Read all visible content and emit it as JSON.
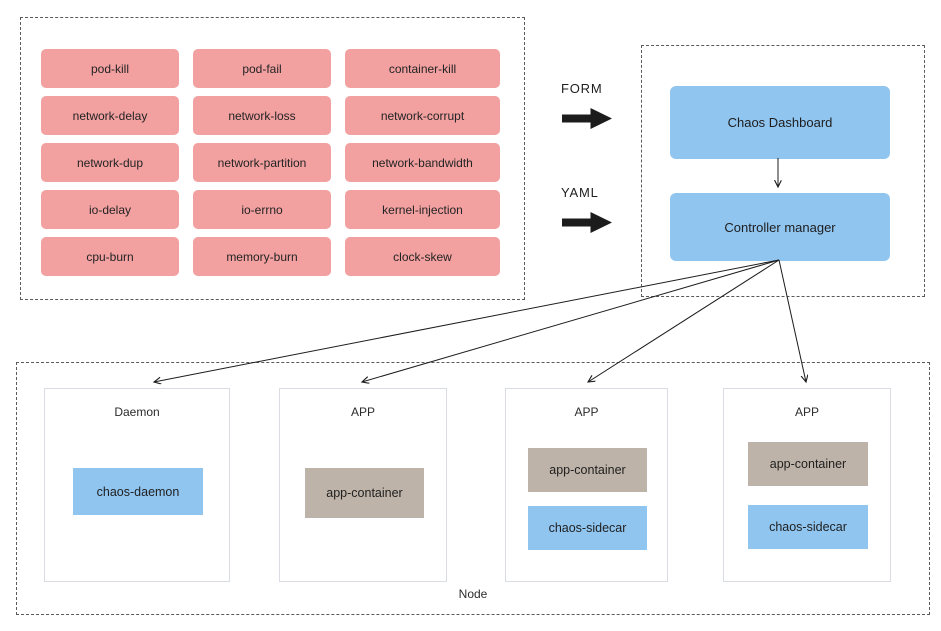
{
  "palette": {
    "chaos_bg": "#F2A0A0",
    "blue_bg": "#90C5F0",
    "tan_bg": "#BEB3A8",
    "dash_border": "#5a5a5a",
    "pod_border": "#d9dce3",
    "arrow": "#1c1c1c",
    "text": "#2b2b2b"
  },
  "chaos_types": {
    "items": [
      "pod-kill",
      "pod-fail",
      "container-kill",
      "network-delay",
      "network-loss",
      "network-corrupt",
      "network-dup",
      "network-partition",
      "network-bandwidth",
      "io-delay",
      "io-errno",
      "kernel-injection",
      "cpu-burn",
      "memory-burn",
      "clock-skew"
    ]
  },
  "inputs": {
    "form_label": "FORM",
    "yaml_label": "YAML"
  },
  "control_plane": {
    "dashboard_label": "Chaos Dashboard",
    "controller_label": "Controller manager"
  },
  "node": {
    "label": "Node",
    "pods": [
      {
        "title": "Daemon",
        "containers": [
          {
            "label": "chaos-daemon"
          }
        ]
      },
      {
        "title": "APP",
        "containers": [
          {
            "label": "app-container"
          }
        ]
      },
      {
        "title": "APP",
        "containers": [
          {
            "label": "app-container"
          },
          {
            "label": "chaos-sidecar"
          }
        ]
      },
      {
        "title": "APP",
        "containers": [
          {
            "label": "app-container"
          },
          {
            "label": "chaos-sidecar"
          }
        ]
      }
    ]
  }
}
